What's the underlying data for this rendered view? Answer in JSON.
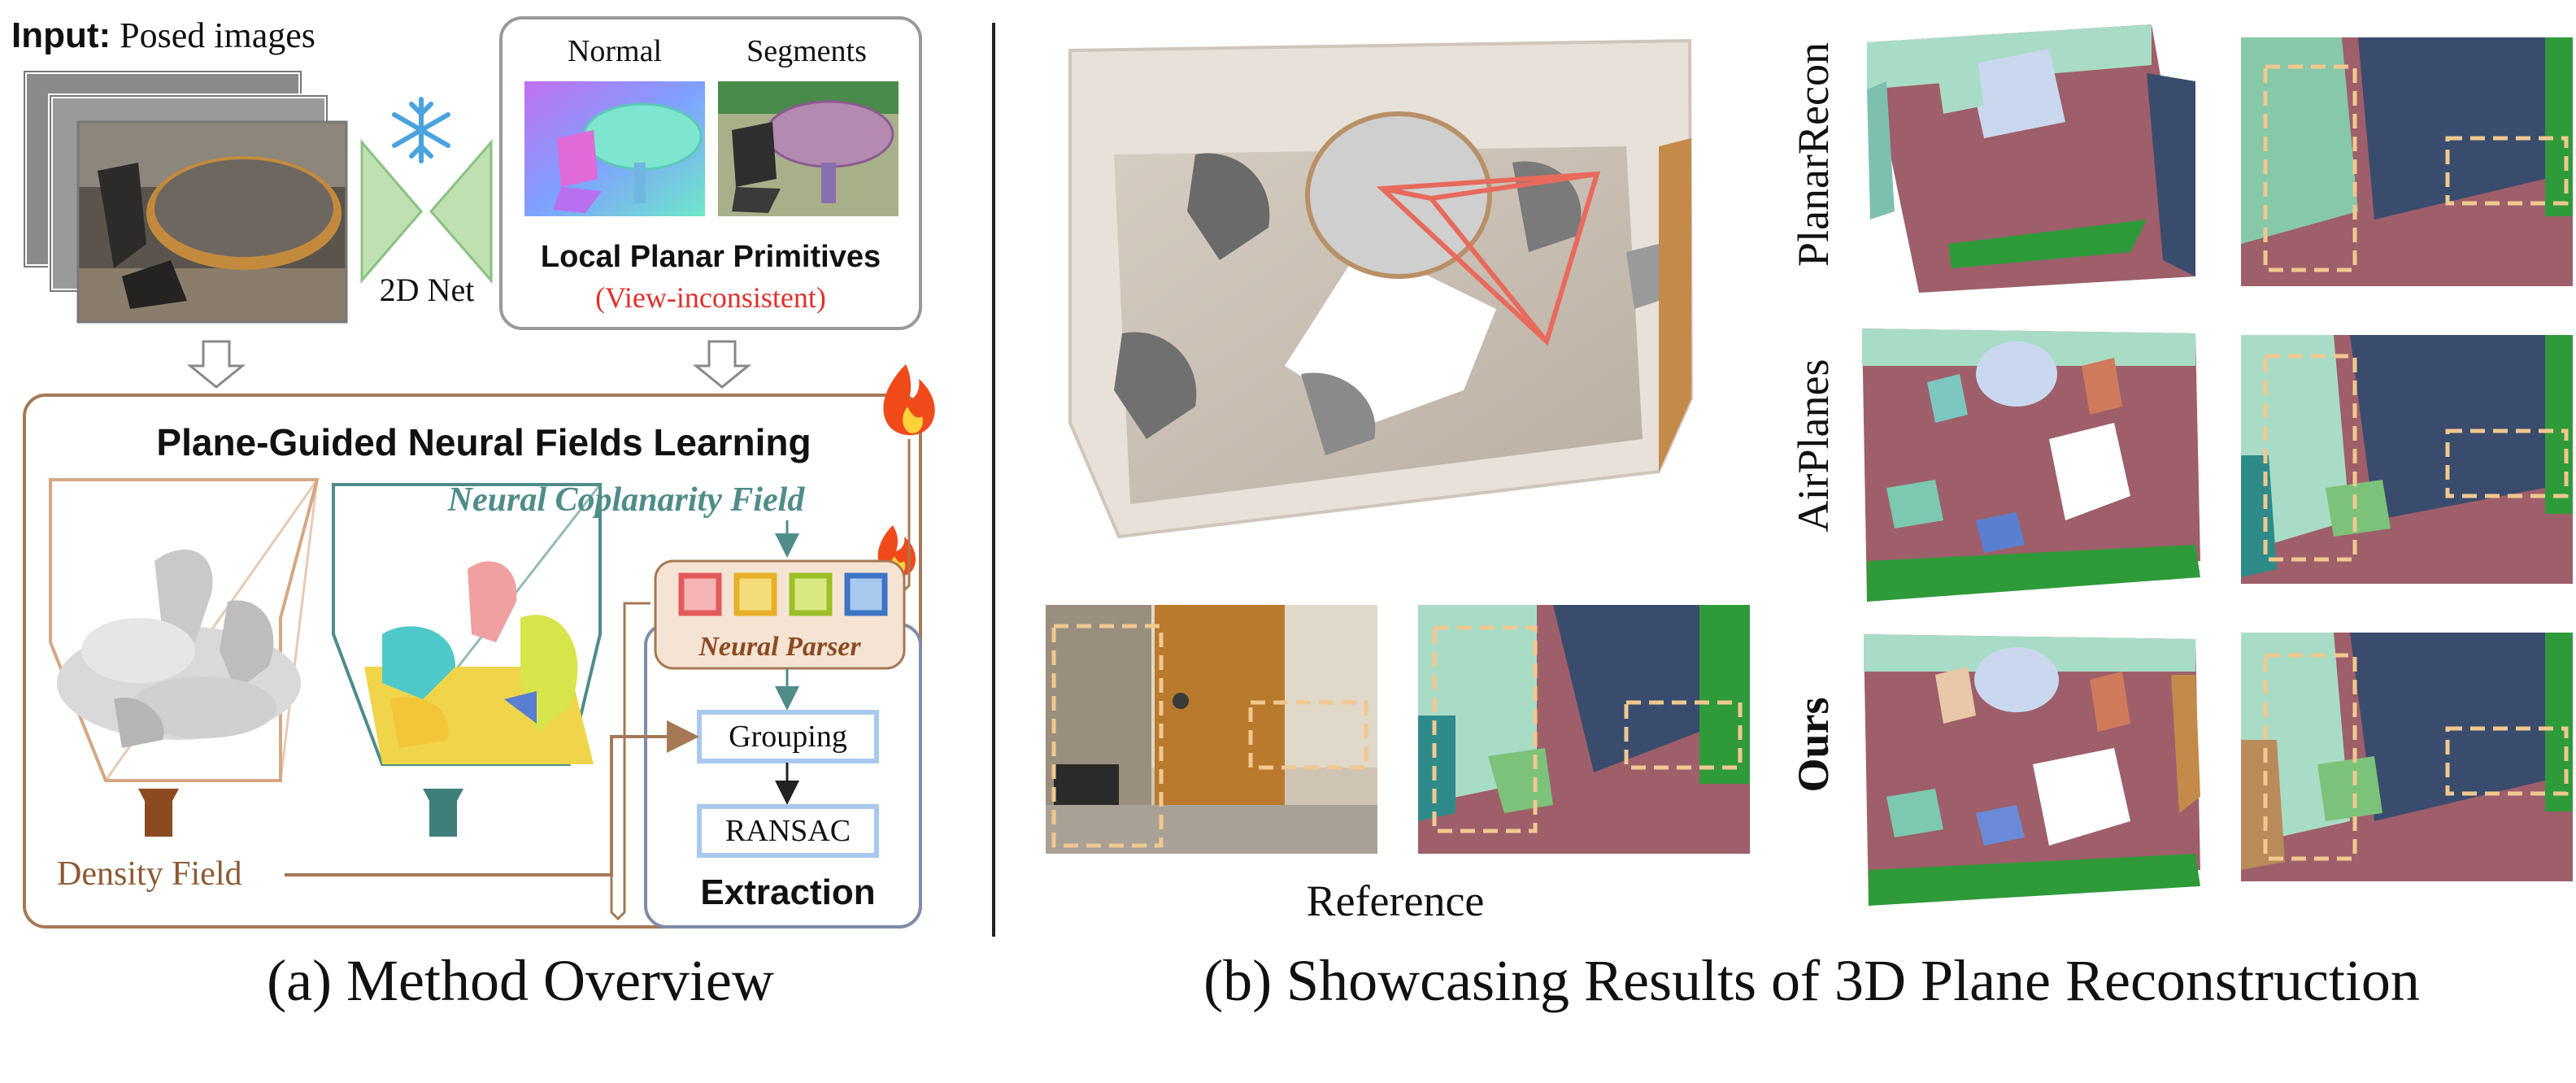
{
  "panel_a": {
    "input_bold": "Input:",
    "input_rest": " Posed images",
    "net_label": "2D Net",
    "normal_label": "Normal",
    "segments_label": "Segments",
    "primitives_title": "Local Planar Primitives",
    "primitives_note": "(View-inconsistent)",
    "fields_title": "Plane-Guided Neural Fields Learning",
    "coplanarity_label": "Neural Coplanarity Field",
    "parser_label": "Neural Parser",
    "grouping_label": "Grouping",
    "ransac_label": "RANSAC",
    "extraction_label": "Extraction",
    "density_label": "Density Field",
    "caption": "(a) Method Overview"
  },
  "panel_b": {
    "reference_label": "Reference",
    "methods": [
      "PlanarRecon",
      "AirPlanes",
      "Ours"
    ],
    "caption": "(b) Showcasing Results of 3D Plane Reconstruction"
  },
  "colors": {
    "orange_border": "#a57955",
    "teal": "#4f8c8a",
    "navy_border": "#7f8ba8",
    "grid_blue": "#a9c8ee",
    "red_note": "#e0302b",
    "floor_mauve": "#9e5f6a",
    "wall_navy": "#3a4c6d",
    "wall_green": "#2f9a3a",
    "wall_mint": "#a9dcc6"
  }
}
